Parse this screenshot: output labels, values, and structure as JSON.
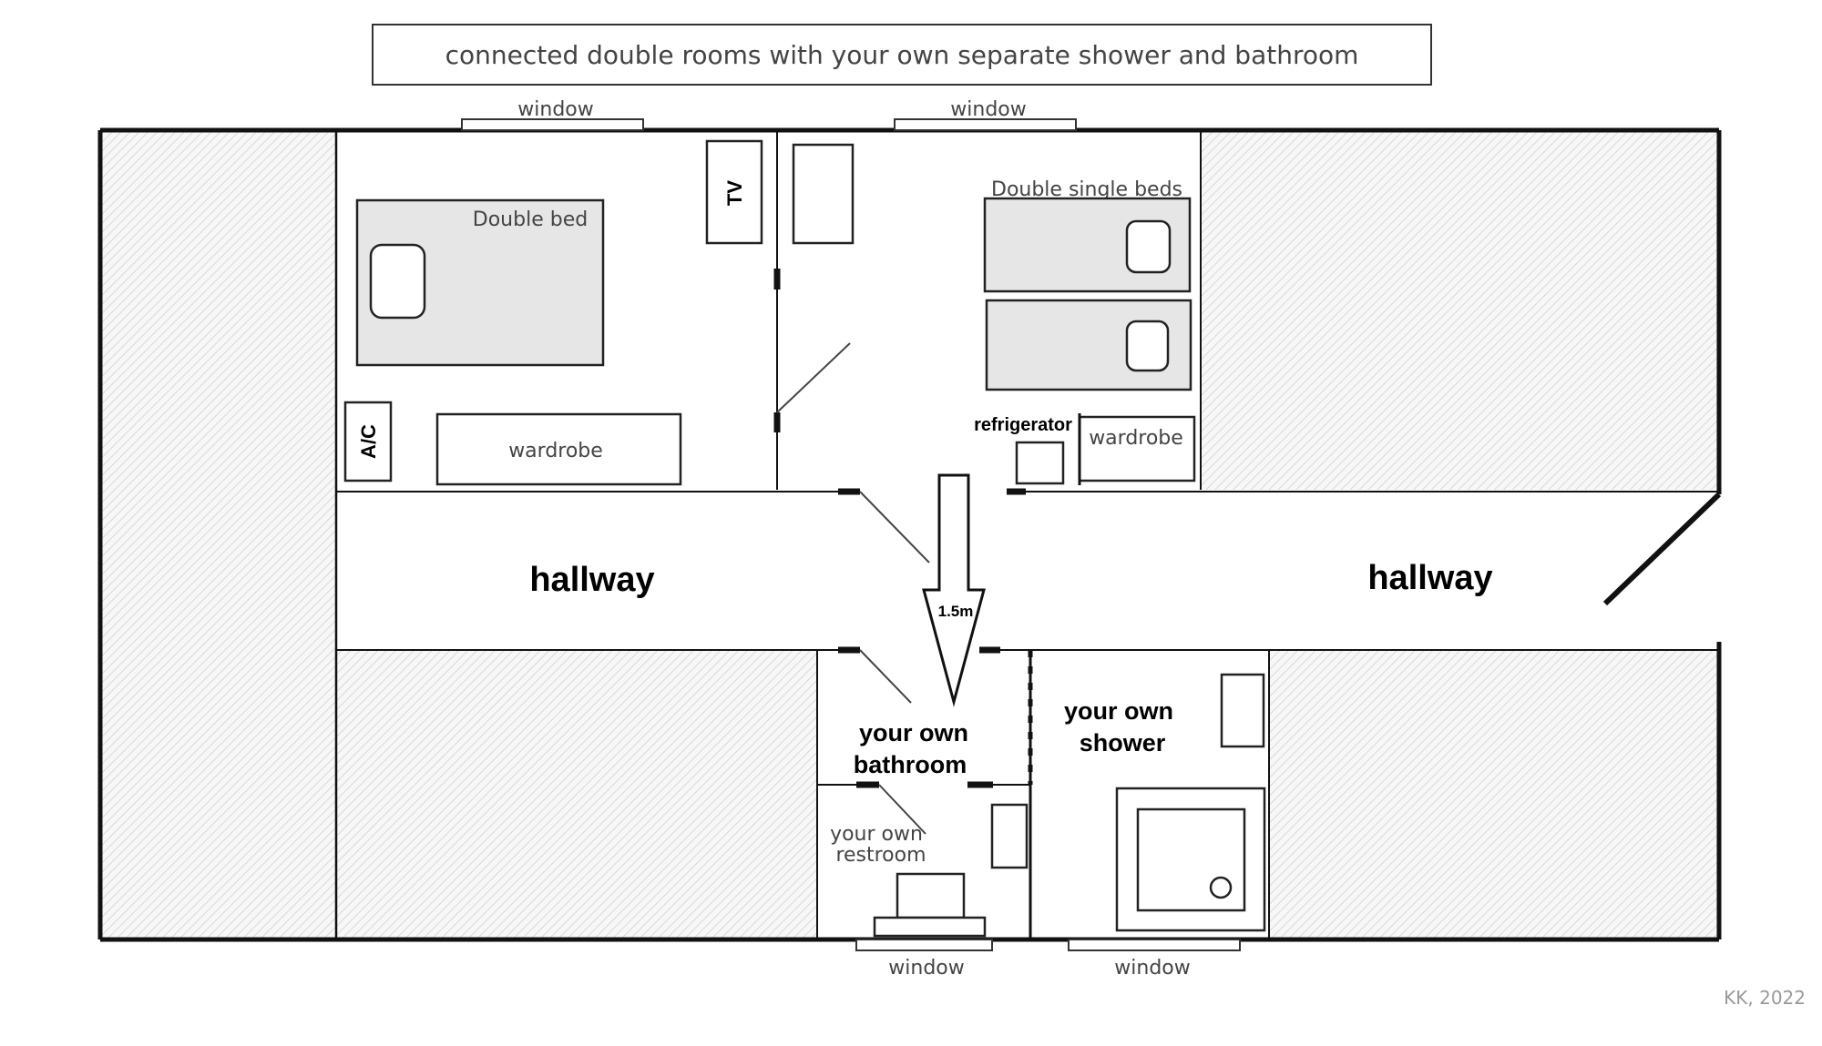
{
  "title": "connected double rooms with your own separate shower and bathroom",
  "windows": {
    "top_left": "window",
    "top_right": "window",
    "bottom_left": "window",
    "bottom_right": "window"
  },
  "room_a": {
    "bed_label": "Double bed",
    "tv_label": "TV",
    "ac_label": "A/C",
    "wardrobe_label": "wardrobe"
  },
  "room_b": {
    "beds_label": "Double single beds",
    "refrigerator_label": "refrigerator",
    "wardrobe_label": "wardrobe"
  },
  "hallway_left": "hallway",
  "hallway_right": "hallway",
  "distance_label": "1.5m",
  "bathroom": {
    "line1": "your own",
    "line2": "bathroom"
  },
  "shower": {
    "line1": "your own",
    "line2": "shower"
  },
  "restroom": {
    "line1": "your own",
    "line2": "restroom"
  },
  "credit": "KK, 2022",
  "colors": {
    "furniture": "#e6e6e6",
    "hatch": "#d8d8d8",
    "wall": "#111111"
  }
}
